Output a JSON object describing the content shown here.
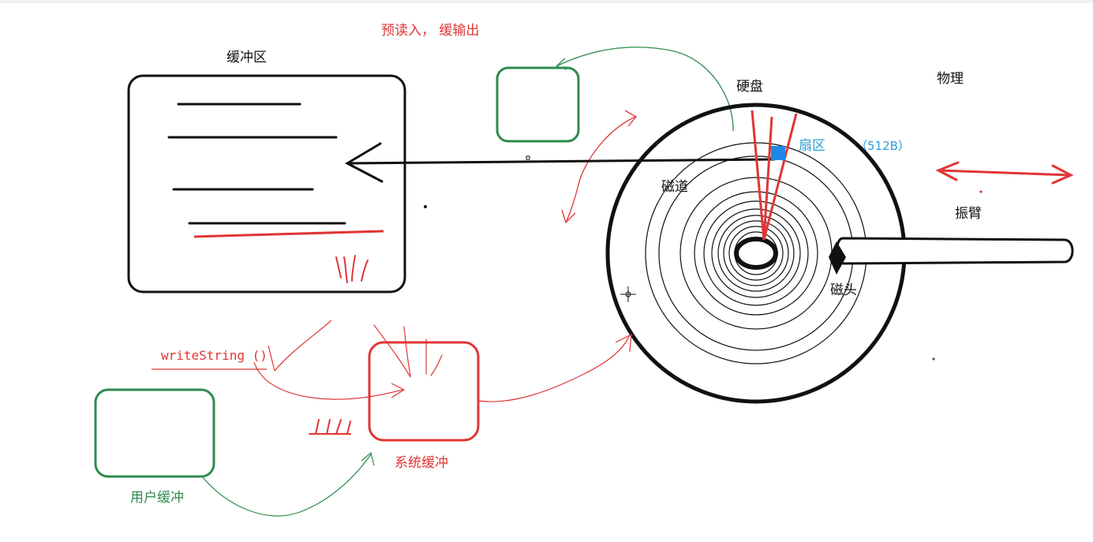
{
  "labels": {
    "preread": "预读入， 缓输出",
    "buffer": "缓冲区",
    "disk": "硬盘",
    "physical": "物理",
    "sector": "扇区",
    "sector_size": "（512B）",
    "track": "磁道",
    "arm": "振臂",
    "head": "磁头",
    "write_func": "writeString ()",
    "system_buffer": "系统缓冲",
    "user_buffer": "用户缓冲"
  },
  "colors": {
    "black": "#111111",
    "red": "#e03535",
    "green": "#2e8b4e",
    "blue": "#2a9fd6",
    "sector_fill": "#1e88e5"
  }
}
